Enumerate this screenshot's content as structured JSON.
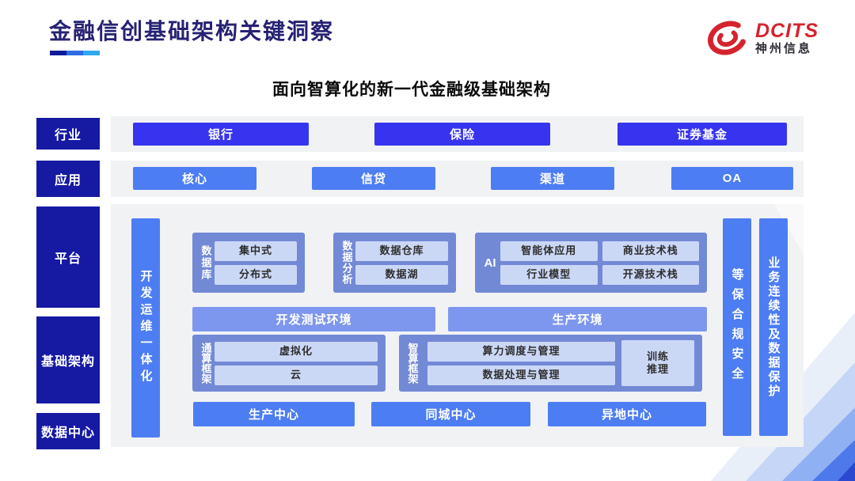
{
  "header": {
    "title": "金融信创基础架构关键洞察",
    "logo": {
      "brand": "DCITS",
      "subbrand": "神州信息"
    }
  },
  "subtitle": "面向智算化的新一代金融级基础架构",
  "sidebar": {
    "items": [
      {
        "label": "行业"
      },
      {
        "label": "应用"
      },
      {
        "label": "平台"
      },
      {
        "label": "基础架构"
      },
      {
        "label": "数据中心"
      }
    ]
  },
  "industry": {
    "items": [
      "银行",
      "保险",
      "证券基金"
    ]
  },
  "application": {
    "items": [
      "核心",
      "信贷",
      "渠道",
      "OA"
    ]
  },
  "platform": {
    "devops_bar": "开发运维一体化",
    "security_bar": "等保合规安全",
    "continuity_bar": "业务连续性及数据保护",
    "database": {
      "label": "数据库",
      "items": [
        "集中式",
        "分布式"
      ]
    },
    "analytics": {
      "label": "数据分析",
      "items": [
        "数据仓库",
        "数据湖"
      ]
    },
    "ai": {
      "label": "AI",
      "items": [
        "智能体应用",
        "商业技术栈",
        "行业模型",
        "开源技术栈"
      ]
    },
    "envs": {
      "devtest": "开发测试环境",
      "prod": "生产环境"
    },
    "general_compute": {
      "label": "通算框架",
      "items": [
        "虚拟化",
        "云"
      ]
    },
    "intelligent_compute": {
      "label": "智算框架",
      "items": [
        "算力调度与管理",
        "数据处理与管理"
      ],
      "side": "训练\n推理"
    },
    "centers": [
      "生产中心",
      "同城中心",
      "异地中心"
    ]
  },
  "colors": {
    "navy": "#1619a2",
    "vivid_blue": "#3734ef",
    "blue": "#4d7df2",
    "group_blue": "#7289d6",
    "env_blue": "#7e97ee",
    "light_item": "#cbd8f5",
    "gray_panel": "#f1f2f4",
    "logo_red": "#d5232e",
    "title_navy": "#262273"
  }
}
